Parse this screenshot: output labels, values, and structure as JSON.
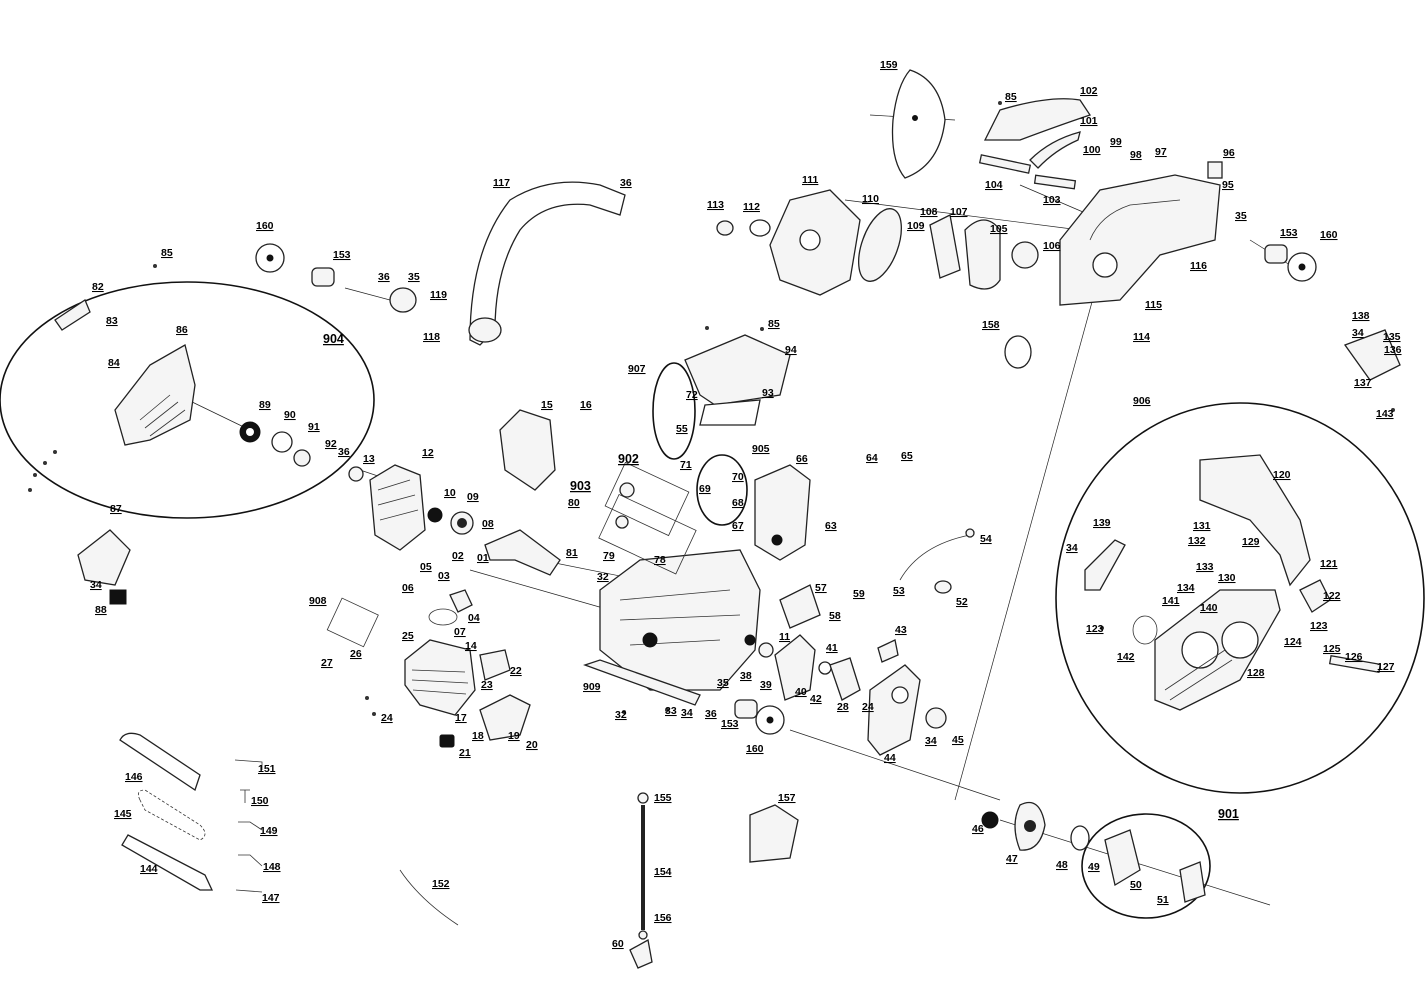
{
  "part_labels": [
    "159",
    "85",
    "102",
    "101",
    "100",
    "99",
    "98",
    "97",
    "96",
    "104",
    "103",
    "95",
    "117",
    "36",
    "111",
    "113",
    "112",
    "110",
    "109",
    "108",
    "107",
    "105",
    "106",
    "35",
    "153",
    "160",
    "160",
    "153",
    "36",
    "35",
    "119",
    "118",
    "85",
    "116",
    "115",
    "114",
    "158",
    "82",
    "83",
    "86",
    "84",
    "904",
    "89",
    "90",
    "91",
    "92",
    "36",
    "13",
    "12",
    "85",
    "94",
    "907",
    "72",
    "93",
    "55",
    "71",
    "902",
    "905",
    "70",
    "69",
    "68",
    "67",
    "15",
    "16",
    "66",
    "64",
    "65",
    "63",
    "10",
    "09",
    "08",
    "903",
    "80",
    "81",
    "79",
    "78",
    "02",
    "03",
    "01",
    "05",
    "06",
    "04",
    "07",
    "32",
    "87",
    "34",
    "88",
    "908",
    "25",
    "26",
    "27",
    "14",
    "22",
    "23",
    "17",
    "18",
    "19",
    "20",
    "21",
    "24",
    "57",
    "58",
    "59",
    "11",
    "41",
    "43",
    "38",
    "39",
    "40",
    "42",
    "28",
    "24",
    "909",
    "32",
    "33",
    "34",
    "35",
    "36",
    "153",
    "160",
    "44",
    "34",
    "45",
    "53",
    "54",
    "52",
    "906",
    "120",
    "139",
    "34",
    "131",
    "132",
    "129",
    "133",
    "130",
    "134",
    "141",
    "140",
    "121",
    "122",
    "123",
    "123",
    "124",
    "125",
    "126",
    "127",
    "142",
    "128",
    "138",
    "34",
    "135",
    "136",
    "137",
    "143",
    "146",
    "145",
    "144",
    "151",
    "150",
    "149",
    "148",
    "147",
    "152",
    "155",
    "154",
    "156",
    "60",
    "157",
    "46",
    "47",
    "48",
    "901",
    "49",
    "50",
    "51"
  ],
  "group_labels": [
    "904",
    "906",
    "901",
    "902",
    "903",
    "905",
    "907",
    "908",
    "909"
  ]
}
